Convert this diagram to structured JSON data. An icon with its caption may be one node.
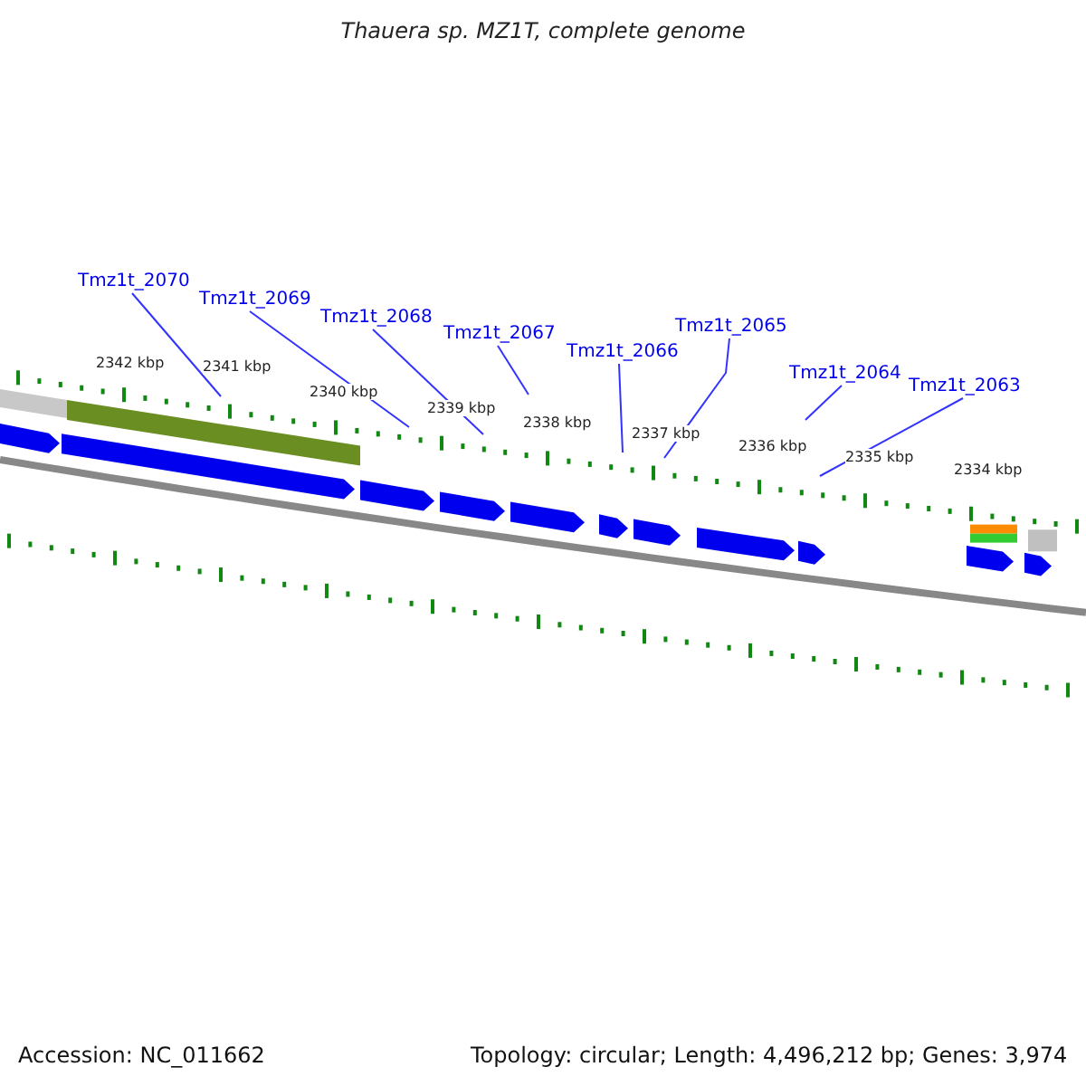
{
  "diagram": {
    "title": "Thauera sp. MZ1T, complete genome",
    "nodes": [
      {
        "text": [
          "Tmz1t_2070"
        ]
      },
      {
        "text": [
          "Tmz1t_2069"
        ]
      },
      {
        "text": [
          "Tmz1t_2068"
        ]
      },
      {
        "text": [
          "Tmz1t_2067"
        ]
      },
      {
        "text": [
          "Tmz1t_2066"
        ]
      },
      {
        "text": [
          "Tmz1t_2065"
        ]
      },
      {
        "text": [
          "Tmz1t_2064"
        ]
      },
      {
        "text": [
          "Tmz1t_2063"
        ]
      }
    ],
    "edges": [
      {
        "from": 0,
        "to": null,
        "arrow": "none"
      },
      {
        "from": 1,
        "to": null,
        "arrow": "none"
      },
      {
        "from": 2,
        "to": null,
        "arrow": "none"
      },
      {
        "from": 3,
        "to": null,
        "arrow": "none"
      },
      {
        "from": 4,
        "to": null,
        "arrow": "none"
      },
      {
        "from": 5,
        "to": null,
        "arrow": "none"
      },
      {
        "from": 6,
        "to": null,
        "arrow": "none"
      },
      {
        "from": 7,
        "to": null,
        "arrow": "none"
      }
    ],
    "labels": [
      "2342 kbp",
      "2341 kbp",
      "2340 kbp",
      "2339 kbp",
      "2338 kbp",
      "2337 kbp",
      "2336 kbp",
      "2335 kbp",
      "2334 kbp",
      "Accession: NC_011662",
      "Topology: circular; Length: 4,496,212 bp; Genes: 3,974"
    ]
  }
}
